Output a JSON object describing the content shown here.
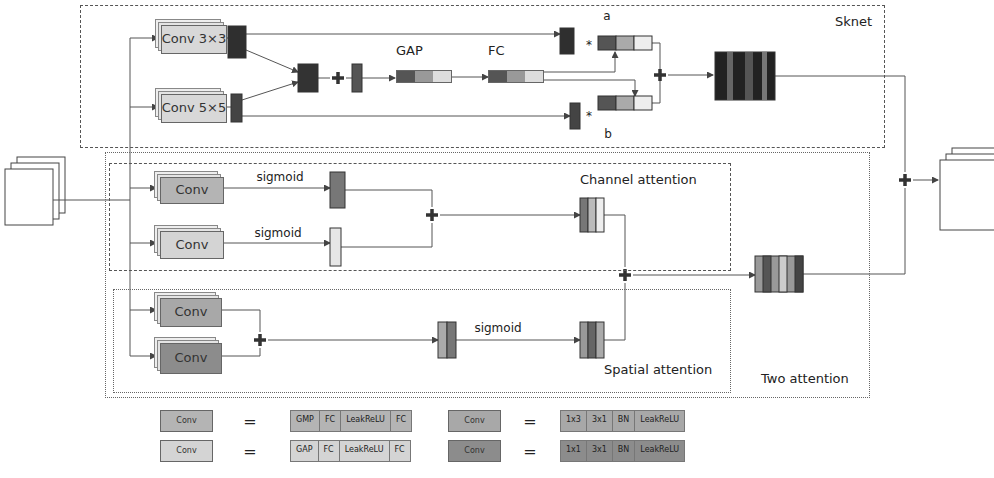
{
  "diagram": {
    "nodes": [
      {
        "text": [
          "Sknet"
        ]
      },
      {
        "text": [
          "Conv 3×3"
        ],
        "in": 0
      },
      {
        "text": [
          "Conv 5×5"
        ],
        "in": 0
      },
      {
        "text": [
          "GAP"
        ],
        "in": 0
      },
      {
        "text": [
          "FC"
        ],
        "in": 0
      },
      {
        "text": [
          "Two attention"
        ]
      },
      {
        "text": [
          "Channel attention"
        ],
        "in": 5
      },
      {
        "text": [
          "Conv"
        ],
        "in": 6
      },
      {
        "text": [
          "Conv"
        ],
        "in": 6
      },
      {
        "text": [
          "Spatial attention"
        ],
        "in": 5
      },
      {
        "text": [
          "Conv"
        ],
        "in": 9
      },
      {
        "text": [
          "Conv"
        ],
        "in": 9
      },
      {
        "text": [
          "Conv"
        ]
      },
      {
        "text": [
          "GMP",
          "FC",
          "LeakReLU",
          "FC"
        ]
      },
      {
        "text": [
          "Conv"
        ]
      },
      {
        "text": [
          "1x3",
          "3x1",
          "BN",
          "LeakReLU"
        ]
      },
      {
        "text": [
          "Conv"
        ]
      },
      {
        "text": [
          "GAP",
          "FC",
          "LeakReLU",
          "FC"
        ]
      },
      {
        "text": [
          "Conv"
        ]
      },
      {
        "text": [
          "1x1",
          "3x1",
          "BN",
          "LeakReLU"
        ]
      }
    ],
    "edges": [
      {
        "from": 3,
        "to": 4,
        "arrow": "to"
      }
    ],
    "labels": [
      "a",
      "b",
      "*",
      "*",
      "sigmoid",
      "sigmoid",
      "sigmoid",
      "=",
      "=",
      "=",
      "="
    ]
  }
}
